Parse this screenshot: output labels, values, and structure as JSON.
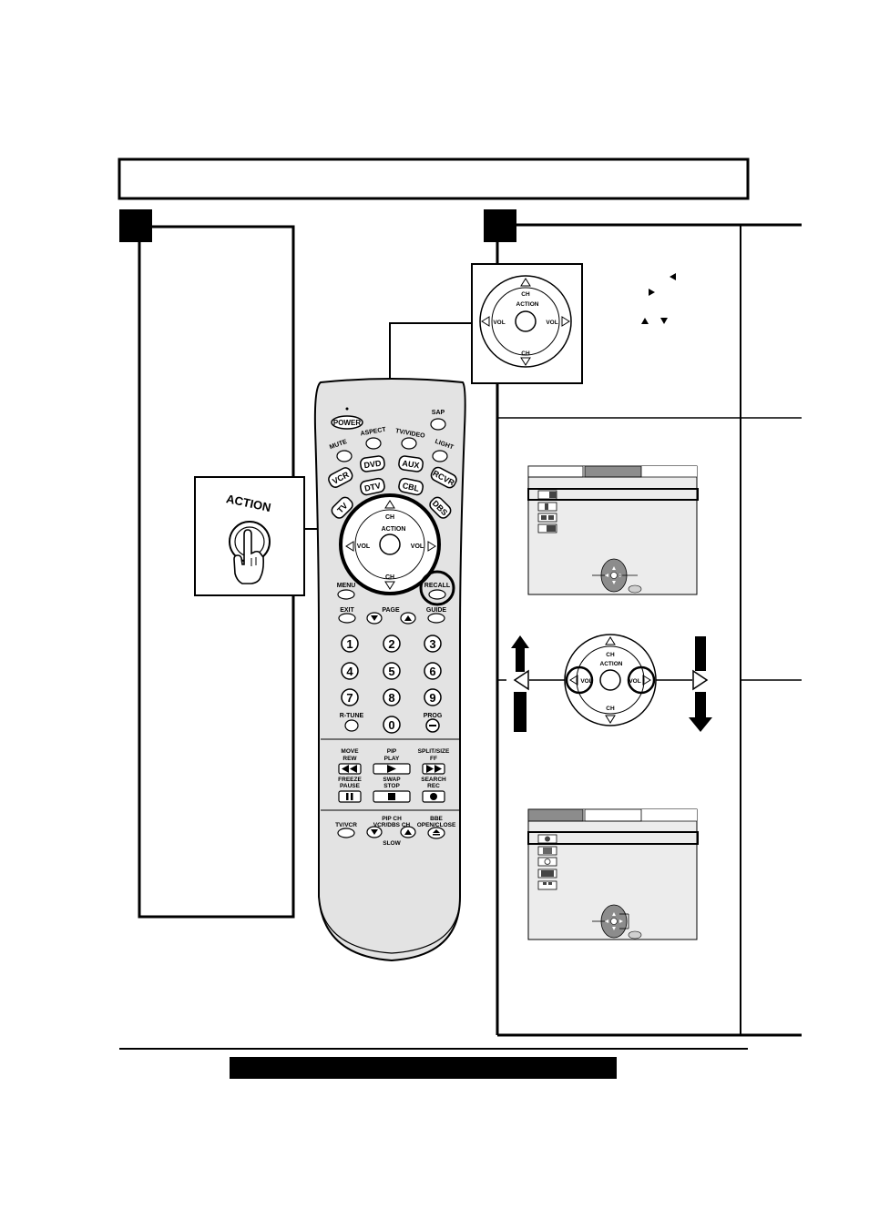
{
  "remote": {
    "labels": {
      "power": "POWER",
      "sap": "SAP",
      "aspect": "ASPECT",
      "tv_video": "TV/VIDEO",
      "mute": "MUTE",
      "light": "LIGHT",
      "vcr": "VCR",
      "dvd": "DVD",
      "aux": "AUX",
      "rcvr": "RCVR",
      "tv": "TV",
      "dtv": "DTV",
      "cbl": "CBL",
      "dbs": "DBS",
      "ch": "CH",
      "action": "ACTION",
      "vol": "VOL",
      "menu": "MENU",
      "recall": "RECALL",
      "exit": "EXIT",
      "page": "PAGE",
      "guide": "GUIDE",
      "r_tune": "R-TUNE",
      "prog": "PROG",
      "move": "MOVE",
      "rew": "REW",
      "pip": "PIP",
      "play": "PLAY",
      "split_size": "SPLIT/SIZE",
      "ff": "FF",
      "freeze": "FREEZE",
      "pause": "PAUSE",
      "swap": "SWAP",
      "stop": "STOP",
      "search": "SEARCH",
      "rec": "REC",
      "tv_vcr": "TV/VCR",
      "pip_ch": "PIP CH",
      "vcr_dbs_ch": "VCR/DBS CH",
      "bbe": "BBE",
      "open_close": "OPEN/CLOSE",
      "slow": "SLOW"
    },
    "digits": [
      "1",
      "2",
      "3",
      "4",
      "5",
      "6",
      "7",
      "8",
      "9",
      "0"
    ]
  },
  "callouts": {
    "action_label": "ACTION"
  },
  "colors": {
    "ink": "#000000",
    "remote_body": "#e3e3e3",
    "menu_tab": "#8c8c8c",
    "menu_bg": "#ececec",
    "joystick": "#8c8c8c"
  }
}
